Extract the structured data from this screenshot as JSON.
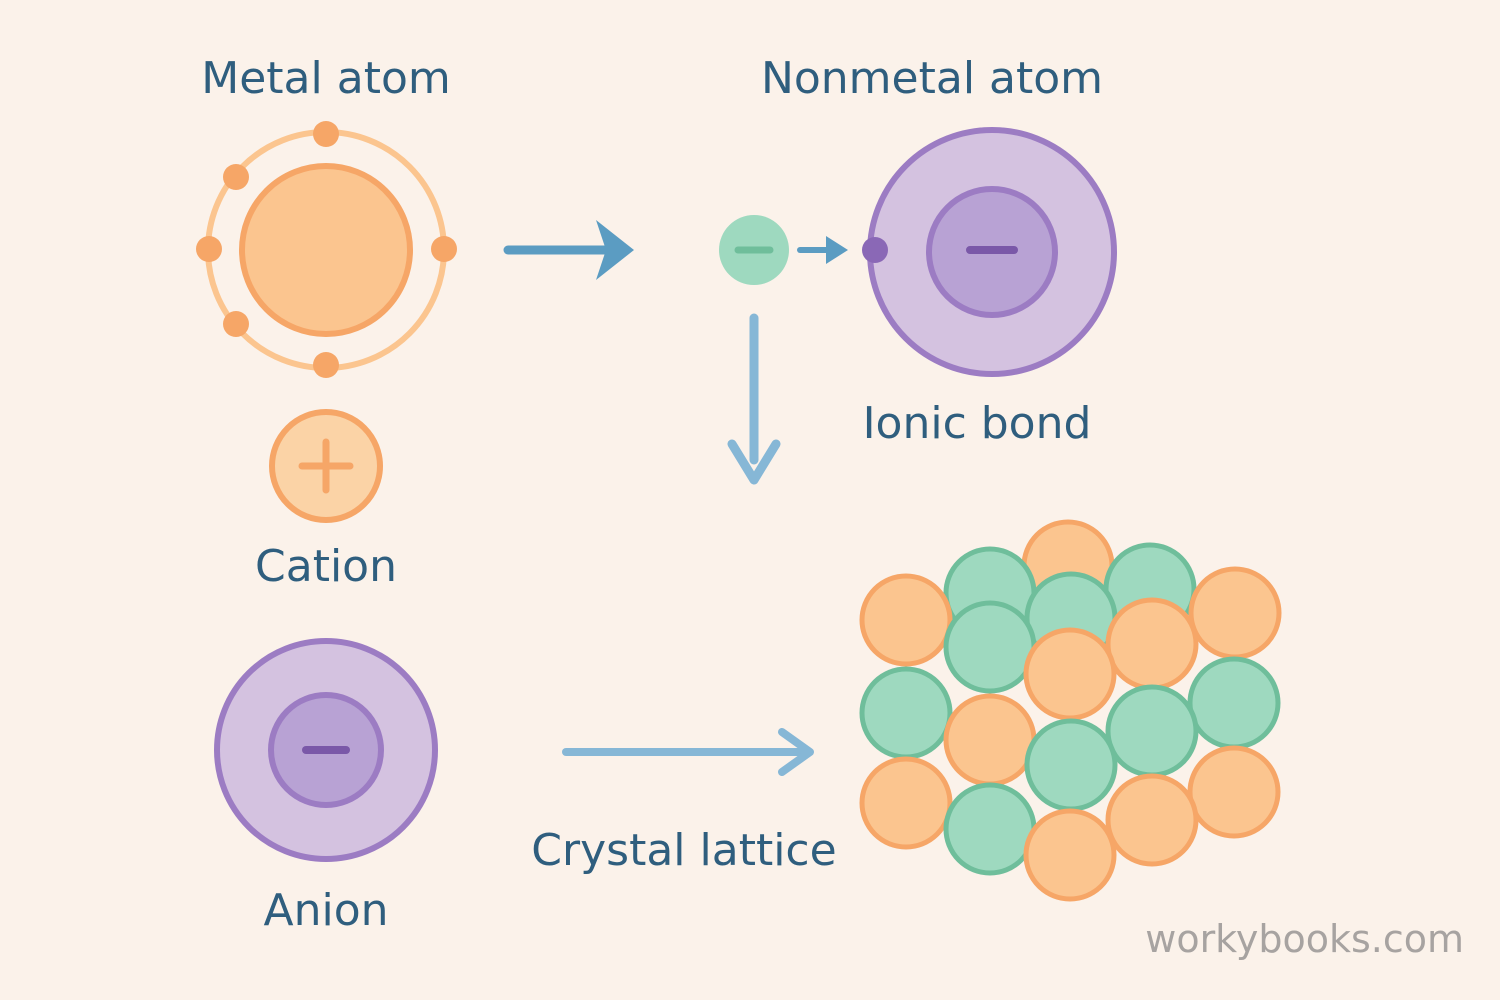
{
  "labels": {
    "metal_atom": "Metal atom",
    "nonmetal_atom": "Nonmetal atom",
    "ionic_bond": "Ionic bond",
    "cation": "Cation",
    "anion": "Anion",
    "crystal_lattice": "Crystal lattice"
  },
  "watermark": "workybooks.com",
  "symbols": {
    "plus": "+",
    "minus": "−"
  },
  "colors": {
    "background": "#fbf2ea",
    "text": "#2f5e7e",
    "arrow": "#5b9cc2",
    "orange_fill": "#fbc58f",
    "orange_stroke": "#f6a667",
    "purple_fill": "#d4c2e0",
    "purple_inner": "#b8a2d4",
    "purple_stroke": "#9c7cc3",
    "green_fill": "#9ed9bf",
    "green_stroke": "#6fbe9b",
    "watermark": "#a7a3a1"
  }
}
